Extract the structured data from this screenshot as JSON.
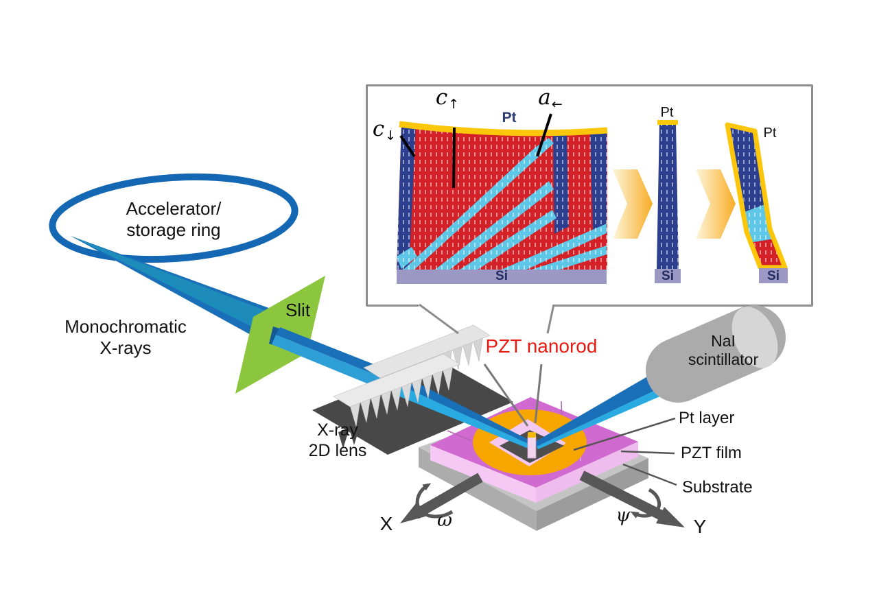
{
  "scene": {
    "accelerator": {
      "line1": "Accelerator/",
      "line2": "storage ring"
    },
    "xray_source": {
      "line1": "Monochromatic",
      "line2": "X-rays"
    },
    "slit_label": "Slit",
    "lens": {
      "line1": "X-ray",
      "line2": "2D lens"
    },
    "nanorod_label": "PZT nanorod",
    "detector": {
      "line1": "NaI",
      "line2": "scintillator"
    },
    "pt_layer_label": "Pt layer",
    "pzt_film_label": "PZT film",
    "substrate_label": "Substrate",
    "axes": {
      "x": "X",
      "y": "Y",
      "omega": "ω",
      "psi": "ψ"
    }
  },
  "inset": {
    "domain_labels": {
      "c_up": {
        "symbol": "c",
        "arrow": "↑"
      },
      "c_down": {
        "symbol": "c",
        "arrow": "↓"
      },
      "a_left": {
        "symbol": "a",
        "arrow": "←"
      }
    },
    "pt_film": "Pt",
    "pt_rod": "Pt",
    "pt_bent": "Pt",
    "si_film": "Si",
    "si_rod": "Si",
    "si_bent": "Si"
  },
  "colors": {
    "beam_dark_blue": "#1a70b8",
    "beam_teal": "#1d8cbb",
    "beam_light_blue": "#29abe2",
    "ring_blue": "#1467b2",
    "slit_green": "#8cc63f",
    "film_magenta": "#d06ad0",
    "film_pink": "#f6c9f4",
    "pt_gold_disk": "#f7a600",
    "substrate_gray": "#acacac",
    "nanorod_label_red": "#e8190f",
    "domain_red": "#d42027",
    "domain_navy": "#2c3f8f",
    "domain_cyan": "#5ec7e8",
    "pt_yellow": "#fcc70a",
    "si_purple": "#9b99c4",
    "axis_arrow_gray": "#575757",
    "lens_dark": "#484848"
  }
}
